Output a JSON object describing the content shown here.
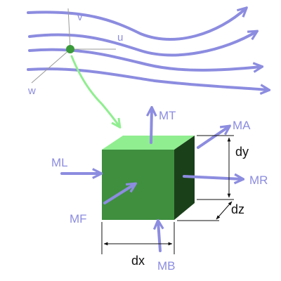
{
  "colors": {
    "flow": "#8c8ce0",
    "moment_label": "#8c8ce0",
    "cube_front": "#3f8f3f",
    "cube_top": "#90ee90",
    "cube_side": "#1a401a",
    "particle": "#3a9a3a",
    "path_arrow": "#90ee90",
    "dimension": "#111111",
    "axes": "#999999"
  },
  "axes": {
    "v": "v",
    "u": "u",
    "w": "w"
  },
  "moments": {
    "mt": "MT",
    "ma": "MA",
    "ml": "ML",
    "mr": "MR",
    "mf": "MF",
    "mb": "MB"
  },
  "dimensions": {
    "dx": "dx",
    "dy": "dy",
    "dz": "dz"
  }
}
